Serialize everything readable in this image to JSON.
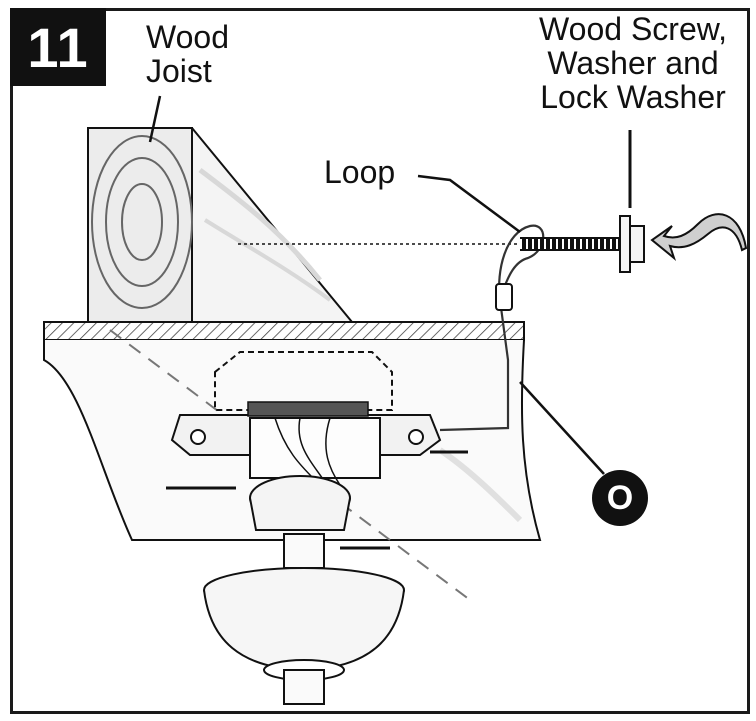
{
  "step": {
    "number": "11"
  },
  "labels": {
    "joist_line1": "Wood",
    "joist_line2": "Joist",
    "screw_line1": "Wood Screw,",
    "screw_line2": "Washer and",
    "screw_line3": "Lock Washer",
    "loop": "Loop"
  },
  "callout": {
    "letter": "O"
  },
  "icons": {
    "arrow": "curved-arrow-icon",
    "screw": "screw-icon"
  },
  "colors": {
    "ink": "#111111",
    "shade": "#cfcfcf"
  }
}
